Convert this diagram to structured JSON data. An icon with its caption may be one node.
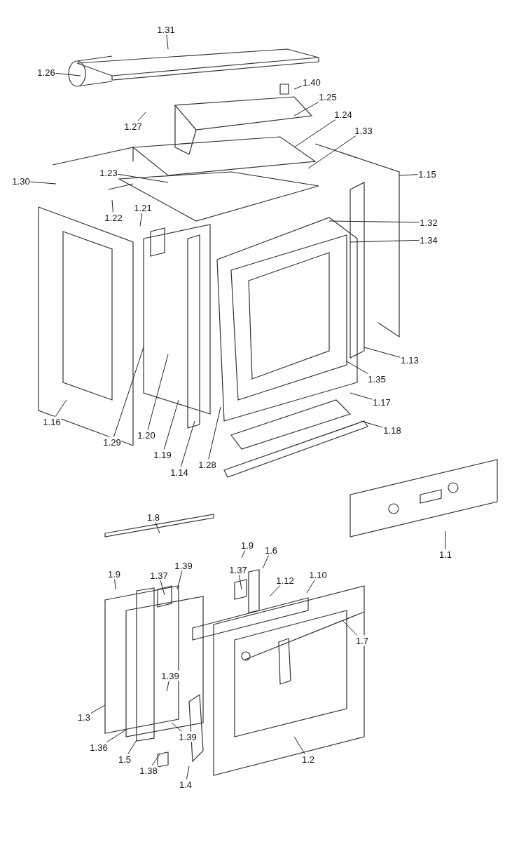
{
  "diagram": {
    "nodes": [
      {
        "text": [
          "1.31"
        ]
      },
      {
        "text": [
          "1.26"
        ]
      },
      {
        "text": [
          "1.40"
        ]
      },
      {
        "text": [
          "1.27"
        ]
      },
      {
        "text": [
          "1.25"
        ]
      },
      {
        "text": [
          "1.24"
        ]
      },
      {
        "text": [
          "1.33"
        ]
      },
      {
        "text": [
          "1.30"
        ]
      },
      {
        "text": [
          "1.15"
        ]
      },
      {
        "text": [
          "1.23"
        ]
      },
      {
        "text": [
          "1.22"
        ]
      },
      {
        "text": [
          "1.21"
        ]
      },
      {
        "text": [
          "1.32"
        ]
      },
      {
        "text": [
          "1.34"
        ]
      },
      {
        "text": [
          "1.13"
        ]
      },
      {
        "text": [
          "1.35"
        ]
      },
      {
        "text": [
          "1.17"
        ]
      },
      {
        "text": [
          "1.16"
        ]
      },
      {
        "text": [
          "1.29"
        ]
      },
      {
        "text": [
          "1.20"
        ]
      },
      {
        "text": [
          "1.19"
        ]
      },
      {
        "text": [
          "1.14"
        ]
      },
      {
        "text": [
          "1.28"
        ]
      },
      {
        "text": [
          "1.18"
        ]
      },
      {
        "text": [
          "1.1"
        ]
      },
      {
        "text": [
          "1.8"
        ]
      },
      {
        "text": [
          "1.37"
        ]
      },
      {
        "text": [
          "1.9"
        ]
      },
      {
        "text": [
          "1.6"
        ]
      },
      {
        "text": [
          "1.12"
        ]
      },
      {
        "text": [
          "1.10"
        ]
      },
      {
        "text": [
          "1.9"
        ]
      },
      {
        "text": [
          "1.37"
        ]
      },
      {
        "text": [
          "1.39"
        ]
      },
      {
        "text": [
          "1.7"
        ]
      },
      {
        "text": [
          "1.39"
        ]
      },
      {
        "text": [
          "1.3"
        ]
      },
      {
        "text": [
          "1.36"
        ]
      },
      {
        "text": [
          "1.5"
        ]
      },
      {
        "text": [
          "1.38"
        ]
      },
      {
        "text": [
          "1.39"
        ]
      },
      {
        "text": [
          "1.4"
        ]
      },
      {
        "text": [
          "1.2"
        ]
      }
    ],
    "edges": [
      {
        "from": 0,
        "to": null,
        "arrow": "none"
      },
      {
        "from": 1,
        "to": null,
        "arrow": "none"
      },
      {
        "from": 2,
        "to": null,
        "arrow": "none"
      },
      {
        "from": 3,
        "to": null,
        "arrow": "none"
      },
      {
        "from": 4,
        "to": null,
        "arrow": "none"
      },
      {
        "from": 5,
        "to": null,
        "arrow": "none"
      },
      {
        "from": 6,
        "to": null,
        "arrow": "none"
      },
      {
        "from": 7,
        "to": null,
        "arrow": "none"
      },
      {
        "from": 8,
        "to": null,
        "arrow": "none"
      },
      {
        "from": 9,
        "to": null,
        "arrow": "none"
      },
      {
        "from": 10,
        "to": null,
        "arrow": "none"
      },
      {
        "from": 11,
        "to": null,
        "arrow": "none"
      },
      {
        "from": 12,
        "to": null,
        "arrow": "none"
      },
      {
        "from": 13,
        "to": null,
        "arrow": "none"
      },
      {
        "from": 14,
        "to": null,
        "arrow": "none"
      },
      {
        "from": 15,
        "to": null,
        "arrow": "none"
      },
      {
        "from": 16,
        "to": null,
        "arrow": "none"
      },
      {
        "from": 17,
        "to": null,
        "arrow": "none"
      },
      {
        "from": 18,
        "to": null,
        "arrow": "none"
      },
      {
        "from": 19,
        "to": null,
        "arrow": "none"
      },
      {
        "from": 20,
        "to": null,
        "arrow": "none"
      },
      {
        "from": 21,
        "to": null,
        "arrow": "none"
      },
      {
        "from": 22,
        "to": null,
        "arrow": "none"
      },
      {
        "from": 23,
        "to": null,
        "arrow": "none"
      },
      {
        "from": 24,
        "to": null,
        "arrow": "none"
      },
      {
        "from": 25,
        "to": null,
        "arrow": "none"
      },
      {
        "from": 26,
        "to": null,
        "arrow": "none"
      },
      {
        "from": 27,
        "to": null,
        "arrow": "none"
      },
      {
        "from": 28,
        "to": null,
        "arrow": "none"
      },
      {
        "from": 29,
        "to": null,
        "arrow": "none"
      },
      {
        "from": 30,
        "to": null,
        "arrow": "none"
      },
      {
        "from": 31,
        "to": null,
        "arrow": "none"
      },
      {
        "from": 32,
        "to": null,
        "arrow": "none"
      },
      {
        "from": 33,
        "to": null,
        "arrow": "none"
      },
      {
        "from": 34,
        "to": null,
        "arrow": "none"
      },
      {
        "from": 35,
        "to": null,
        "arrow": "none"
      },
      {
        "from": 36,
        "to": null,
        "arrow": "none"
      },
      {
        "from": 37,
        "to": null,
        "arrow": "none"
      },
      {
        "from": 38,
        "to": null,
        "arrow": "none"
      },
      {
        "from": 39,
        "to": null,
        "arrow": "none"
      },
      {
        "from": 40,
        "to": null,
        "arrow": "none"
      },
      {
        "from": 41,
        "to": null,
        "arrow": "none"
      },
      {
        "from": 42,
        "to": null,
        "arrow": "none"
      }
    ]
  }
}
